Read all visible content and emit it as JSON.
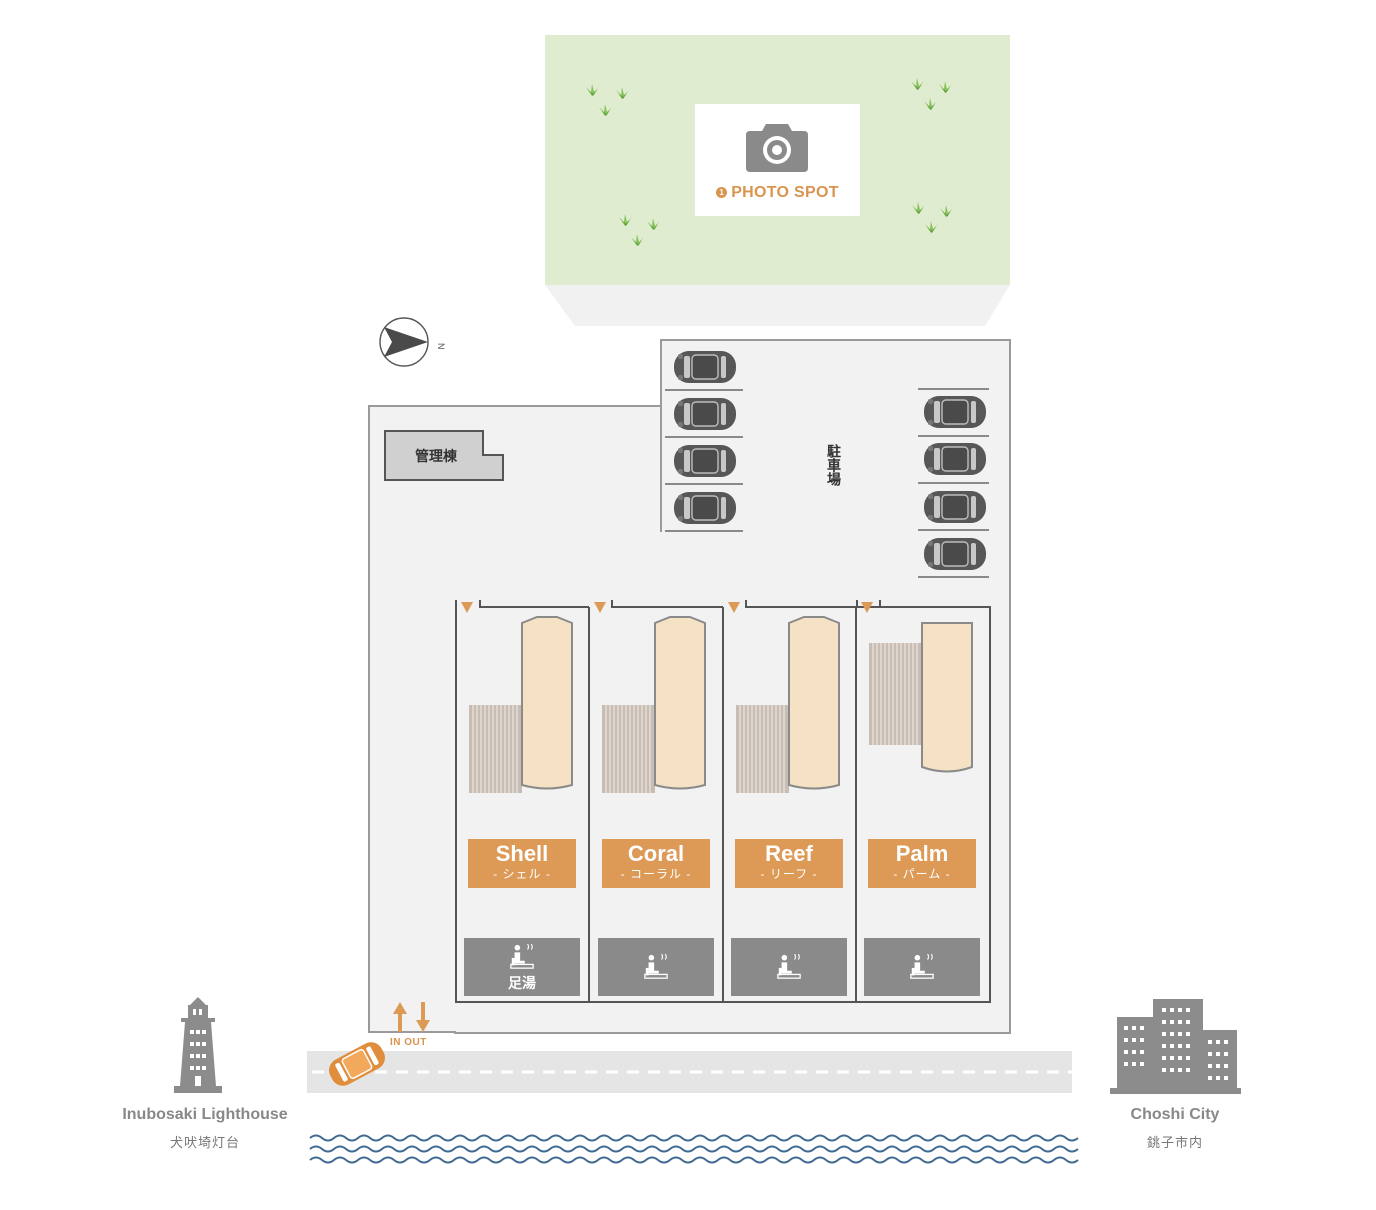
{
  "photo_spot": {
    "number": "1",
    "label": "PHOTO SPOT"
  },
  "office": {
    "label": "管理棟"
  },
  "parking": {
    "label": "駐車場"
  },
  "units": [
    {
      "name": "Shell",
      "kana": "- シェル -",
      "foot_bath": "足湯"
    },
    {
      "name": "Coral",
      "kana": "- コーラル -"
    },
    {
      "name": "Reef",
      "kana": "- リーフ -"
    },
    {
      "name": "Palm",
      "kana": "- パーム -"
    }
  ],
  "entrance": {
    "label": "IN OUT"
  },
  "compass": {
    "label": "N"
  },
  "landmarks": {
    "left": {
      "name": "Inubosaki Lighthouse",
      "name_jp": "犬吠埼灯台"
    },
    "right": {
      "name": "Choshi City",
      "name_jp": "銚子市内"
    }
  },
  "colors": {
    "accent_orange": "#dd9a57",
    "lawn_green": "#e0ecd0",
    "site_gray": "#f2f2f2",
    "icon_gray": "#888888",
    "water_blue": "#3f6a92"
  }
}
